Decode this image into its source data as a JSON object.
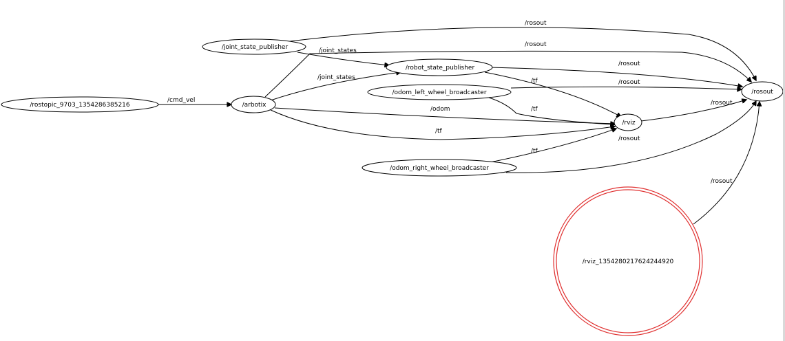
{
  "nodes": [
    {
      "id": "rostopic",
      "label": "/rostopic_9703_1354286385216"
    },
    {
      "id": "arbotix",
      "label": "/arbotix"
    },
    {
      "id": "joint_state_publisher",
      "label": "/joint_state_publisher"
    },
    {
      "id": "robot_state_publisher",
      "label": "/robot_state_publisher"
    },
    {
      "id": "odom_left_wheel_broadcaster",
      "label": "/odom_left_wheel_broadcaster"
    },
    {
      "id": "odom_right_wheel_broadcaster",
      "label": "/odom_right_wheel_broadcaster"
    },
    {
      "id": "rviz",
      "label": "/rviz"
    },
    {
      "id": "rosout",
      "label": "/rosout"
    },
    {
      "id": "rviz_node",
      "label": "/rviz_1354280217624244920",
      "highlight_color": "#e03030"
    }
  ],
  "edges": [
    {
      "id": "e1",
      "label": "/cmd_vel"
    },
    {
      "id": "e2",
      "label": "/joint_states"
    },
    {
      "id": "e3",
      "label": "/joint_states"
    },
    {
      "id": "e4",
      "label": "/rosout"
    },
    {
      "id": "e5",
      "label": "/rosout"
    },
    {
      "id": "e6",
      "label": "/odom"
    },
    {
      "id": "e7",
      "label": "/tf"
    },
    {
      "id": "e8",
      "label": "/rosout"
    },
    {
      "id": "e9",
      "label": "/tf"
    },
    {
      "id": "e10",
      "label": "/rosout"
    },
    {
      "id": "e11",
      "label": "/tf"
    },
    {
      "id": "e12",
      "label": "/rosout"
    },
    {
      "id": "e13",
      "label": "/tf"
    },
    {
      "id": "e14",
      "label": "/rosout"
    },
    {
      "id": "e15",
      "label": "/rosout"
    }
  ]
}
